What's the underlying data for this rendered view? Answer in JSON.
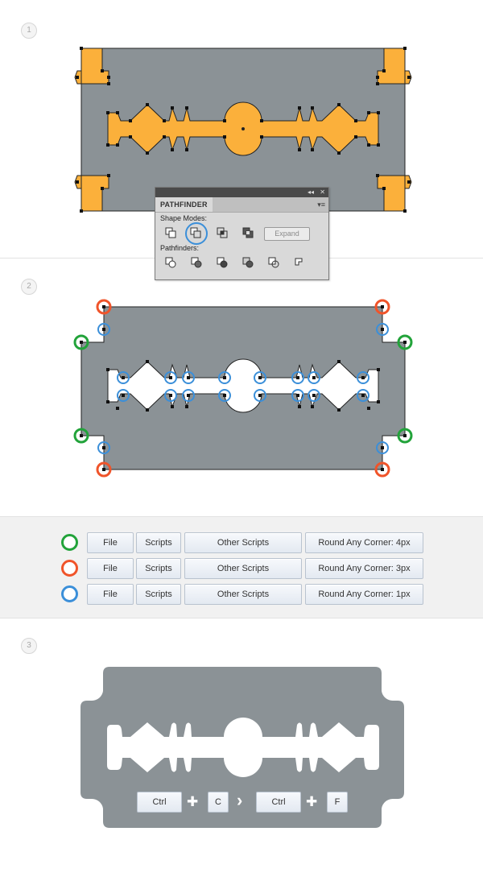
{
  "steps": [
    "1",
    "2",
    "3"
  ],
  "pathfinder": {
    "title": "PATHFINDER",
    "collapse_glyph": "◂◂",
    "close_glyph": "✕",
    "menu_glyph": "▾≡",
    "shape_modes_label": "Shape Modes:",
    "pathfinders_label": "Pathfinders:",
    "expand_label": "Expand",
    "shape_mode_icons": [
      "unite-icon",
      "minus-front-icon",
      "intersect-icon",
      "exclude-icon"
    ],
    "pathfinder_icons": [
      "divide-icon",
      "trim-icon",
      "merge-icon",
      "crop-icon",
      "outline-icon",
      "minus-back-icon"
    ]
  },
  "legend": {
    "rows": [
      {
        "color": "#22a33a",
        "keys": [
          "File",
          "Scripts",
          "Other Scripts",
          "Round Any Corner: 4px"
        ]
      },
      {
        "color": "#f0542a",
        "keys": [
          "File",
          "Scripts",
          "Other Scripts",
          "Round Any Corner: 3px"
        ]
      },
      {
        "color": "#3b8fd9",
        "keys": [
          "File",
          "Scripts",
          "Other Scripts",
          "Round Any Corner: 1px"
        ]
      }
    ]
  },
  "shortcut": {
    "keys": [
      "Ctrl",
      "C",
      "Ctrl",
      "F"
    ],
    "plus_glyph": "✚",
    "then_glyph": "›"
  },
  "colors": {
    "blade": "#8b9296",
    "orange": "#fbb03b",
    "green": "#22a33a",
    "red": "#f0542a",
    "blue": "#3b8fd9"
  }
}
